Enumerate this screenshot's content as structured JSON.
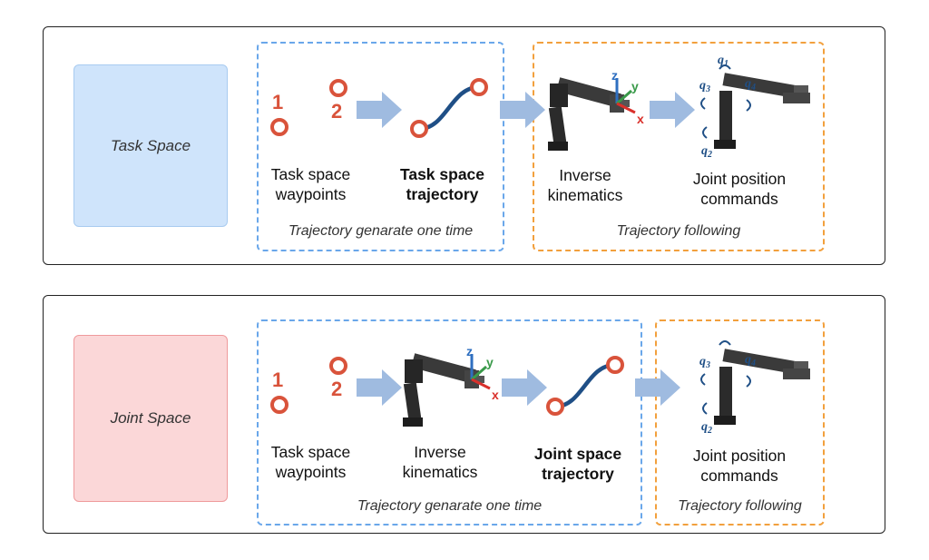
{
  "task_panel": {
    "badge": "Task Space",
    "group1_caption": "Trajectory genarate one time",
    "group2_caption": "Trajectory following",
    "steps": [
      {
        "line1": "Task space",
        "line2": "waypoints"
      },
      {
        "line1": "Task space",
        "line2": "trajectory"
      },
      {
        "line1": "Inverse",
        "line2": "kinematics"
      },
      {
        "line1": "Joint position",
        "line2": "commands"
      }
    ],
    "waypoint_labels": [
      "1",
      "2"
    ],
    "axis_labels": {
      "z": "z",
      "y": "y",
      "x": "x"
    },
    "joint_labels": {
      "q1": "q",
      "q1_sub": "1",
      "q2": "q",
      "q2_sub": "2",
      "q3": "q",
      "q3_sub": "3",
      "q4": "q",
      "q4_sub": "4"
    }
  },
  "joint_panel": {
    "badge": "Joint Space",
    "group1_caption": "Trajectory genarate one time",
    "group2_caption": "Trajectory following",
    "steps": [
      {
        "line1": "Task space",
        "line2": "waypoints"
      },
      {
        "line1": "Inverse",
        "line2": "kinematics"
      },
      {
        "line1": "Joint space",
        "line2": "trajectory"
      },
      {
        "line1": "Joint position",
        "line2": "commands"
      }
    ],
    "waypoint_labels": [
      "1",
      "2"
    ],
    "axis_labels": {
      "z": "z",
      "y": "y",
      "x": "x"
    },
    "joint_labels": {
      "q2": "q",
      "q2_sub": "2",
      "q3": "q",
      "q3_sub": "3",
      "q4": "q",
      "q4_sub": "4"
    }
  },
  "colors": {
    "waypoint": "#d9533b",
    "trajectory": "#1f4f86",
    "arrow": "#9fbbe0",
    "axis_x": "#d9302b",
    "axis_y": "#3a9a4a",
    "axis_z": "#2f6fc0",
    "joint_label": "#1f4f86"
  }
}
